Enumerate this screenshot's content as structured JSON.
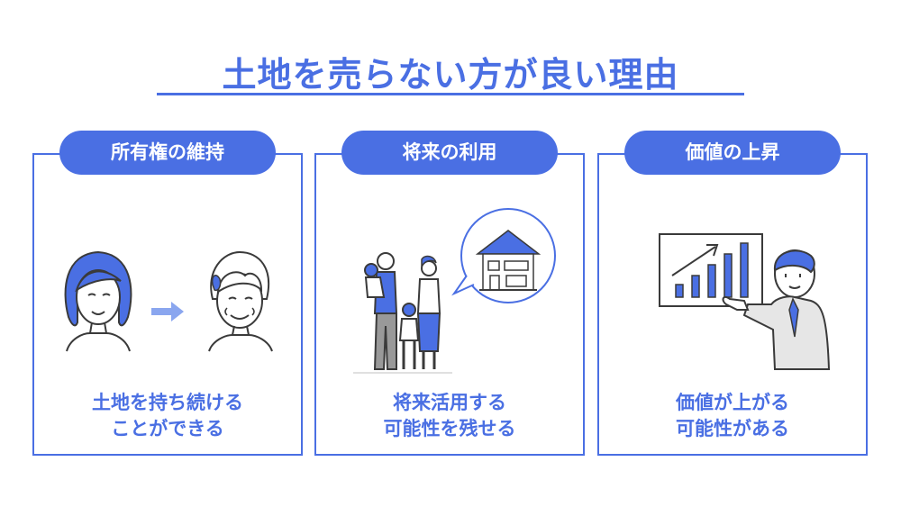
{
  "title": "土地を売らない方が良い理由",
  "panels": [
    {
      "heading": "所有権の維持",
      "caption_line1": "土地を持ち続ける",
      "caption_line2": "ことができる"
    },
    {
      "heading": "将来の利用",
      "caption_line1": "将来活用する",
      "caption_line2": "可能性を残せる"
    },
    {
      "heading": "価値の上昇",
      "caption_line1": "価値が上がる",
      "caption_line2": "可能性がある"
    }
  ],
  "colors": {
    "accent": "#4a6fe3",
    "line": "#3a3a3a",
    "gray": "#e6e6e6"
  },
  "icons": [
    "young-woman-icon",
    "arrow-right-icon",
    "elderly-woman-icon",
    "family-icon",
    "house-bubble-icon",
    "chart-board-icon",
    "businessman-icon"
  ]
}
